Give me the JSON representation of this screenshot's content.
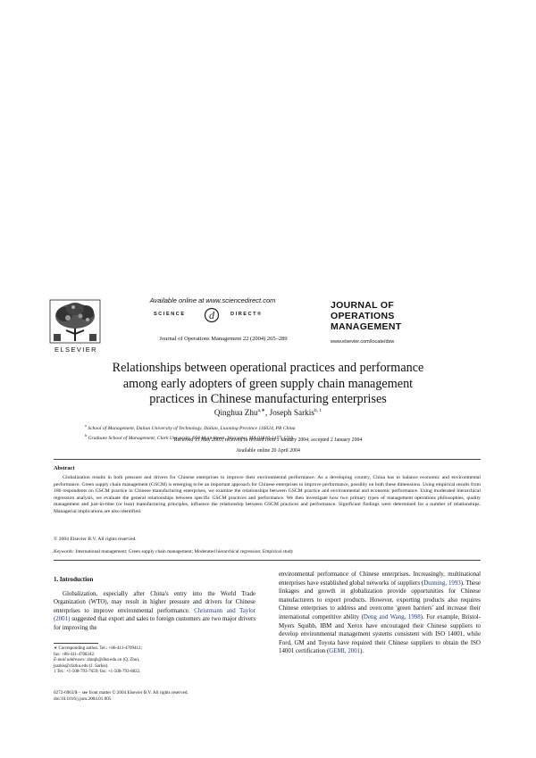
{
  "header": {
    "available_online": "Available online at www.sciencedirect.com",
    "sd_left": "SCIENCE",
    "sd_right": "DIRECT®",
    "publisher": "ELSEVIER",
    "journal_line": "Journal of Operations Management 22 (2004) 265–289",
    "journal_logo": [
      "JOURNAL OF",
      "OPERATIONS",
      "MANAGEMENT"
    ],
    "journal_url": "www.elsevier.com/locate/dsw"
  },
  "article": {
    "title_lines": [
      "Relationships between operational practices and performance",
      "among early adopters of green supply chain management",
      "practices in Chinese manufacturing enterprises"
    ],
    "author1": "Qinghua Zhu",
    "author1_sup": "a,∗",
    "author_sep": ", ",
    "author2": "Joseph Sarkis",
    "author2_sup": "b, 1",
    "affil_a_sup": "a",
    "affil_a": "School of Management, Dalian University of Technology, Dalian, Liaoning Province 116024, PR China",
    "affil_b_sup": "b",
    "affil_b": "Graduate School of Management, Clark University, 950 Main Street, Worcester, MA 01610-1477, USA",
    "dates": "Received 13 May 2003; received in revised form 1 January 2004; accepted 2 January 2004",
    "online": "Available online 20 April 2004"
  },
  "abstract": {
    "heading": "Abstract",
    "text": "Globalization results in both pressure and drivers for Chinese enterprises to improve their environmental performance. As a developing country, China has to balance economic and environmental performance. Green supply chain management (GSCM) is emerging to be an important approach for Chinese enterprises to improve performance, possibly on both these dimensions. Using empirical results from 186 respondents on GSCM practice in Chinese manufacturing enterprises, we examine the relationships between GSCM practice and environmental and economic performance. Using moderated hierarchical regression analysis, we evaluate the general relationships between specific GSCM practices and performance. We then investigate how two primary types of management operations philosophies, quality management and just-in-time (or lean) manufacturing principles, influence the relationship between GSCM practices and performance. Significant findings were determined for a number of relationships. Managerial implications are also identified.",
    "copyright": "© 2004 Elsevier B.V. All rights reserved.",
    "keywords_label": "Keywords:",
    "keywords": "International management; Green supply chain management; Moderated hierarchical regression; Empirical study"
  },
  "body": {
    "section_heading": "1.  Introduction",
    "left_text_a": "Globalization, especially after China's entry into the World Trade Organization (WTO), may result in higher pressure and drivers for Chinese enterprises to improve environmental performance. ",
    "left_cite1": "Christmann and Taylor (2001)",
    "left_text_b": " suggested that export and sales to foreign customers are two major drivers for improving the",
    "right_text_a": "environmental performance of Chinese enterprises. Increasingly, multinational enterprises have established global networks of suppliers (",
    "right_cite1": "Dunning, 1993",
    "right_text_b": "). These linkages and growth in globalization provide opportunities for Chinese manufacturers to export products. However, exporting products also requires Chinese enterprises to address and overcome 'green barriers' and increase their international competitive ability (",
    "right_cite2": "Deng and Wang, 1998",
    "right_text_c": "). For example, Bristol-Myers Squibb, IBM and Xerox have encouraged their Chinese suppliers to develop environmental management systems consistent with ISO 14001, while Ford, GM and Toyota have required their Chinese suppliers to obtain the ISO 14001 certification (",
    "right_cite3": "GEMI, 2001",
    "right_text_d": ")."
  },
  "footnotes": {
    "fn1": "∗ Corresponding author. Tel.: +86-411-4709412;",
    "fn1b": "fax: +86-411-4708342.",
    "fn2_label": "E-mail addresses:",
    "fn2": " zhuqh@dlut.edu.cn (Q. Zhu),",
    "fn2b": "jsarkis@clarku.edu (J. Sarkis).",
    "fn3": "1 Tel.: +1-508-793-7659; fax: +1-508-793-8822."
  },
  "bottom": {
    "issn": "0272-6963/$ – see front matter © 2004 Elsevier B.V. All rights reserved.",
    "doi": "doi:10.1016/j.jom.2004.01.005"
  }
}
